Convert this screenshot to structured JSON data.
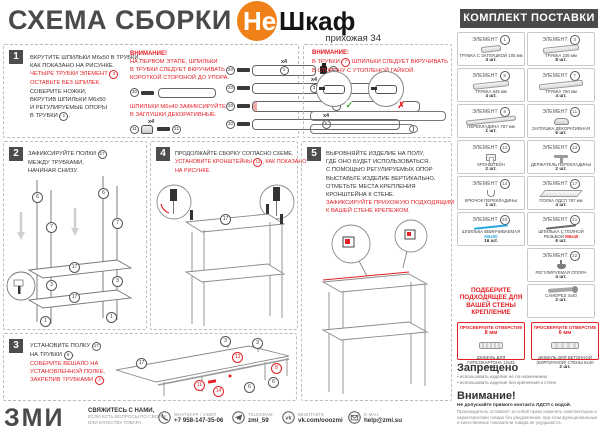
{
  "header": {
    "title": "СХЕМА СБОРКИ",
    "brand_ne": "Не",
    "brand_shkaf": "Шкаф",
    "subtitle": "прихожая 34"
  },
  "colors": {
    "accent_red": "#e31e24",
    "brand_orange": "#f08018",
    "stud_blue": "#29a8e0",
    "check_green": "#3aa935",
    "dark": "#4a4a4a"
  },
  "steps": {
    "s1": {
      "num": "1",
      "lines": [
        [
          "ВКРУТИТЕ ШПИЛЬКИ М6х50 В ТРУБКИ,",
          0
        ],
        [
          "КАК ПОКАЗАНО НА РИСУНКЕ.",
          0
        ],
        [
          "ЧЕТЫРЕ ТРУБКИ ЭЛЕМЕНТ (3)",
          1
        ],
        [
          "ОСТАВЬТЕ БЕЗ ШПИЛЕК.",
          1
        ],
        [
          "СОБЕРИТЕ НОЖКИ,",
          0
        ],
        [
          "ВКРУТИВ ШПИЛЬКИ М6х50",
          0
        ],
        [
          "И РЕГУЛИРУЕМЫЕ ОПОРЫ",
          0
        ],
        [
          "В ТРУБКИ (1).",
          0
        ]
      ],
      "note1_title": "ВНИМАНИЕ!",
      "note1_lines": [
        [
          "НА ПЕРВОМ ЭТАПЕ, ШПИЛЬКИ",
          1
        ],
        [
          "В ТРУБКИ СЛЕДУЕТ ВКРУЧИВАТЬ",
          1
        ],
        [
          "КОРОТКОЙ СТОРОНОЙ ДО УПОРА.",
          1
        ]
      ],
      "note2_lines": [
        [
          "ШПИЛЬКИ М6х40 ЗАФИКСИРУЙТЕ",
          1
        ],
        [
          "В ЗАГЛУШКИ ДЕКОРАТИВНЫЕ.",
          1
        ]
      ],
      "stud_num": "20",
      "x4": "х4",
      "cap_num": "11",
      "stud2_num": "21",
      "rows": [
        {
          "tube": "1",
          "foot": "22"
        },
        {
          "tube": "3"
        },
        {
          "tube": "7"
        },
        {
          "tube": "6"
        }
      ]
    },
    "warn": {
      "title": "ВНИМАНИЕ:",
      "lines": [
        [
          "В ТРУБКИ (7) ШПИЛЬКИ СЛЕДУЕТ ВКРУЧИВАТЬ",
          1
        ],
        [
          "В СТОРОНУ С УТОПЛЕНОЙ ГАЙКОЙ.",
          1
        ]
      ],
      "check": "✓",
      "cross": "✗"
    },
    "s2": {
      "num": "2",
      "lines": [
        [
          "ЗАФИКСИРУЙТЕ ПОЛКИ (17)",
          0
        ],
        [
          "МЕЖДУ ТРУБКАМИ,",
          0
        ],
        [
          "НАЧИНАЯ СНИЗУ.",
          0
        ]
      ],
      "labels": [
        [
          27,
          18,
          "6",
          0
        ],
        [
          93,
          14,
          "6",
          0
        ],
        [
          41,
          48,
          "7",
          0
        ],
        [
          107,
          44,
          "7",
          0
        ],
        [
          64,
          88,
          "17",
          0
        ],
        [
          64,
          118,
          "17",
          0
        ],
        [
          41,
          106,
          "3",
          0
        ],
        [
          107,
          102,
          "3",
          0
        ],
        [
          35,
          142,
          "1",
          0
        ],
        [
          101,
          138,
          "1",
          0
        ]
      ]
    },
    "s3": {
      "num": "3",
      "lines": [
        [
          "УСТАНОВИТЕ ПОЛКУ (17)",
          0
        ],
        [
          "НА ТРУБКИ (6).",
          0
        ],
        [
          "СОБЕРИТЕ ВЕШАЛО НА",
          1
        ],
        [
          "УСТАНОВЛЕННОЙ ПОЛКЕ,",
          1
        ],
        [
          "ЗАКРЕПИВ ТРУБКАМИ (3).",
          1
        ]
      ],
      "labels": [
        [
          28,
          22,
          "17",
          0
        ],
        [
          112,
          0,
          "3",
          0
        ],
        [
          144,
          2,
          "3",
          0
        ],
        [
          124,
          16,
          "13",
          1
        ],
        [
          163,
          27,
          "8",
          1
        ],
        [
          86,
          44,
          "11",
          1
        ],
        [
          105,
          50,
          "14",
          1
        ],
        [
          136,
          46,
          "6",
          0
        ],
        [
          160,
          41,
          "6",
          0
        ]
      ]
    },
    "s4": {
      "num": "4",
      "lines": [
        [
          "ПРОДОЛЖАЙТЕ СБОРКУ СОГЛАСНО СХЕМЕ.",
          0
        ],
        [
          "УСТАНОВИТЕ КРОНШТЕЙНЫ (12), КАК ПОКАЗАНО",
          1
        ],
        [
          "НА РИСУНКЕ.",
          1
        ]
      ],
      "labels": [
        [
          68,
          38,
          "17",
          0
        ]
      ]
    },
    "s5": {
      "num": "5",
      "lines": [
        [
          "ВЫРОВНЯЙТЕ ИЗДЕЛИЕ НА ПОЛУ,",
          0
        ],
        [
          "ГДЕ ОНО БУДЕТ ИСПОЛЬЗОВАТЬСЯ.",
          0
        ],
        [
          "С ПОМОЩЬЮ РЕГУЛИРУЕМЫХ ОПОР",
          0
        ],
        [
          "ВЫСТАВЬТЕ ИЗДЕЛИЕ ВЕРТИКАЛЬНО.",
          0
        ],
        [
          "ОТМЕТЬТЕ МЕСТА КРЕПЛЕНИЯ",
          0
        ],
        [
          "КРОНШТЕЙНА К СТЕНЕ.",
          0
        ],
        [
          "ЗАФИКСИРУЙТЕ ПРИХОЖУЮ ПОДХОДЯЩИМ",
          1
        ],
        [
          "К ВАШЕЙ СТЕНЕ КРЕПЕЖОМ.",
          1
        ]
      ]
    }
  },
  "kit": {
    "header": "КОМПЛЕКТ ПОСТАВКИ",
    "element_label": "ЭЛЕМЕНТ",
    "items": [
      {
        "num": "1",
        "name": "ТРУБКА С ЗАГЛУШКОЙ 105 мм",
        "qty": "4 шт.",
        "icon": "tube-short"
      },
      {
        "num": "3",
        "name": "ТРУБКА 236 мм",
        "qty": "8 шт.",
        "icon": "tube"
      },
      {
        "num": "6",
        "name": "ТРУБКА 645 мм",
        "qty": "4 шт.",
        "icon": "tube"
      },
      {
        "num": "7",
        "name": "ТРУБКА 750 мм",
        "qty": "4 шт.",
        "icon": "tube-long"
      },
      {
        "num": "8",
        "name": "ПЕРЕКЛАДИНА 787 мм",
        "qty": "1 шт.",
        "icon": "bar"
      },
      {
        "num": "11",
        "name": "ЗАГЛУШКА ДЕКОРАТИВНАЯ",
        "qty": "6 шт.",
        "icon": "cap"
      },
      {
        "num": "12",
        "name": "КРОНШТЕЙН",
        "qty": "2 шт.",
        "icon": "bracket"
      },
      {
        "num": "13",
        "name": "ДЕРЖАТЕЛЬ ПЕРЕКЛАДИНЫ",
        "qty": "2 шт.",
        "icon": "holder"
      },
      {
        "num": "14",
        "name": "КРЮЧОК ПЕРЕКЛАДИНЫ",
        "qty": "1 шт.",
        "icon": "hook"
      },
      {
        "num": "17",
        "name": "ПОЛКА ЛДСП 787 мм",
        "qty": "4 шт.",
        "icon": "shelf"
      },
      {
        "num": "20",
        "name": "ШПИЛЬКА ВВИНЧИВАЕМАЯ",
        "name_accent": "М6х50",
        "accent_color": "blue",
        "qty": "16 шт.",
        "icon": "stud-blue"
      },
      {
        "num": "21",
        "name": "ШПИЛЬКА С ПОЛНОЙ РЕЗЬБОЙ",
        "name_accent": "М6х40",
        "accent_color": "red",
        "qty": "6 шт.",
        "icon": "stud"
      },
      {
        "type": "blank"
      },
      {
        "num": "22",
        "name": "РЕГУЛИРУЕМАЯ ОПОРА",
        "qty": "4 шт.",
        "icon": "foot"
      },
      {
        "type": "note",
        "text": "ПОДБЕРИТЕ ПОДХОДЯЩЕЕ ДЛЯ ВАШЕЙ СТЕНЫ КРЕПЛЕНИЕ"
      },
      {
        "num": "",
        "name": "САМОРЕЗ 4х40",
        "qty": "2 шт.",
        "icon": "screw"
      }
    ],
    "drill": [
      {
        "header": "ПРОСВЕРЛИТЕ ОТВЕРСТИЕ",
        "mm": "8 мм",
        "name": "ДЮБЕЛЬ ДЛЯ ГИПСОКАРТОНА 12х32",
        "qty": "2 шт.",
        "icon": "dowel1"
      },
      {
        "header": "ПРОСВЕРЛИТЕ ОТВЕРСТИЕ",
        "mm": "6 мм",
        "name": "ДЮБЕЛЬ ДЛЯ БЕТОННОЙ (КИРПИЧНОЙ) СТЕНЫ 6х40",
        "qty": "2 шт.",
        "icon": "dowel2"
      }
    ]
  },
  "prohibited": {
    "title": "Запрещено",
    "items": [
      "• использовать изделие не по назначению",
      "• использовать изделие без крепления к стене"
    ]
  },
  "attention": {
    "title": "Внимание!",
    "bold": "Не допускайте прямого контакта ЛДСП с водой.",
    "text": "Производитель оставляет за собой право изменять комплектацию и характеристики товара без уведомления, при этом функциональные и качественные показатели товара не ухудшаются."
  },
  "footer": {
    "logo": "ЗМИ",
    "heading": "СВЯЖИТЕСЬ С НАМИ,",
    "sub1": "ЕСЛИ ЕСТЬ ВОПРОСЫ ПО СБОРКЕ",
    "sub2": "ИЛИ КАЧЕСТВУ ТОВАРА.",
    "contacts": [
      {
        "label": "WHATSAPP / VIBER",
        "value": "+7 958-147-35-06",
        "icon": "whatsapp"
      },
      {
        "label": "TELEGRAM",
        "value": "zmi_59",
        "icon": "telegram"
      },
      {
        "label": "ВКОНТАКТЕ",
        "value": "vk.com/ooozmi",
        "icon": "vk"
      },
      {
        "label": "E-MAIL",
        "value": "help@zmi.su",
        "icon": "email"
      }
    ]
  }
}
